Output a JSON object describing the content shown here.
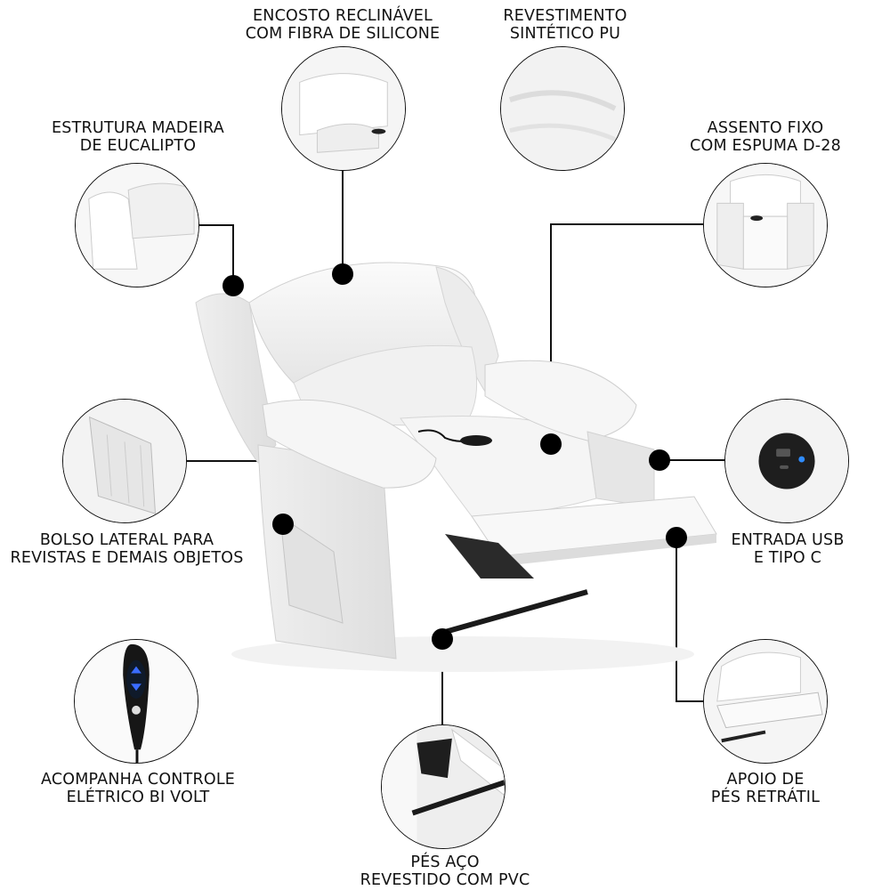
{
  "product": {
    "subject": "Poltrona reclinável elétrica branca",
    "color": "#ffffff",
    "accent": "#111111",
    "usb_led_color": "#2f8cff",
    "remote_button_color": "#3a6cff"
  },
  "callouts": [
    {
      "id": "encosto",
      "line1": "ENCOSTO RECLINÁVEL",
      "line2": "COM FIBRA DE SILICONE"
    },
    {
      "id": "revestimento",
      "line1": "REVESTIMENTO",
      "line2": "SINTÉTICO PU"
    },
    {
      "id": "estrutura",
      "line1": "ESTRUTURA MADEIRA",
      "line2": "DE EUCALIPTO"
    },
    {
      "id": "assento",
      "line1": "ASSENTO FIXO",
      "line2": "COM ESPUMA D-28"
    },
    {
      "id": "bolso",
      "line1": "BOLSO LATERAL PARA",
      "line2": "REVISTAS E DEMAIS OBJETOS"
    },
    {
      "id": "usb",
      "line1": "ENTRADA USB",
      "line2": "E TIPO C"
    },
    {
      "id": "controle",
      "line1": "ACOMPANHA CONTROLE",
      "line2": "ELÉTRICO BI VOLT"
    },
    {
      "id": "apoio",
      "line1": "APOIO DE",
      "line2": "PÉS RETRÁTIL"
    },
    {
      "id": "pes",
      "line1": "PÉS AÇO",
      "line2": "REVESTIDO COM PVC"
    }
  ],
  "icons": {
    "hotspot": "filled-black-dot",
    "usb_port": "usb-a-and-usb-c-port",
    "remote": "up-down-arrow-remote"
  }
}
